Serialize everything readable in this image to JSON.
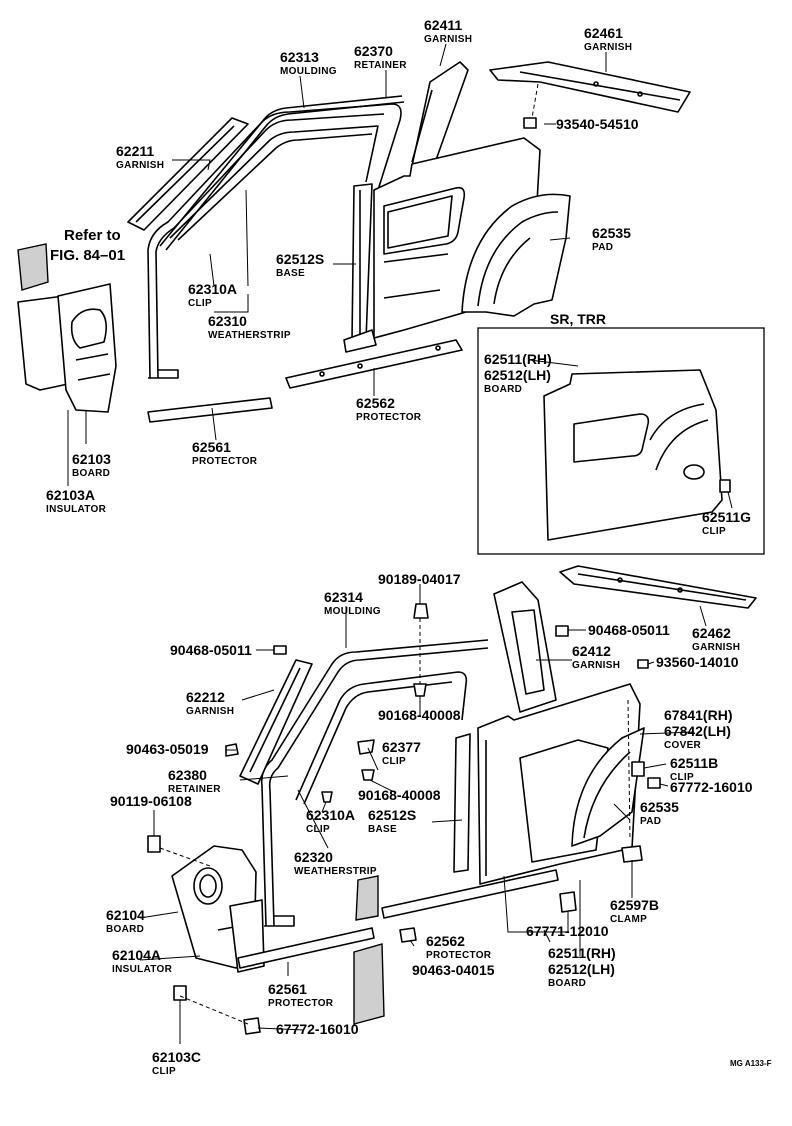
{
  "reference": {
    "line1": "Refer to",
    "line2": "FIG. 84–01"
  },
  "inset_title": "SR, TRR",
  "diagram_code": "MG A133-F",
  "parts": [
    {
      "no": "62411",
      "name": "GARNISH"
    },
    {
      "no": "62461",
      "name": "GARNISH"
    },
    {
      "no": "62313",
      "name": "MOULDING"
    },
    {
      "no": "62370",
      "name": "RETAINER"
    },
    {
      "no": "93540-54510",
      "name": ""
    },
    {
      "no": "62211",
      "name": "GARNISH"
    },
    {
      "no": "62535",
      "name": "PAD"
    },
    {
      "no": "62512S",
      "name": "BASE"
    },
    {
      "no": "62310A",
      "name": "CLIP"
    },
    {
      "no": "62310",
      "name": "WEATHERSTRIP"
    },
    {
      "no": "62562",
      "name": "PROTECTOR"
    },
    {
      "no": "62561",
      "name": "PROTECTOR"
    },
    {
      "no": "62103",
      "name": "BOARD"
    },
    {
      "no": "62103A",
      "name": "INSULATOR"
    },
    {
      "no": "62511(RH)",
      "name": ""
    },
    {
      "no": "62512(LH)",
      "name": "BOARD"
    },
    {
      "no": "62511G",
      "name": "CLIP"
    },
    {
      "no": "90189-04017",
      "name": ""
    },
    {
      "no": "62314",
      "name": "MOULDING"
    },
    {
      "no": "90468-05011",
      "name": ""
    },
    {
      "no": "62462",
      "name": "GARNISH"
    },
    {
      "no": "90468-05011",
      "name": ""
    },
    {
      "no": "62412",
      "name": "GARNISH"
    },
    {
      "no": "93560-14010",
      "name": ""
    },
    {
      "no": "62212",
      "name": "GARNISH"
    },
    {
      "no": "90168-40008",
      "name": ""
    },
    {
      "no": "67841(RH)",
      "name": ""
    },
    {
      "no": "67842(LH)",
      "name": "COVER"
    },
    {
      "no": "90463-05019",
      "name": ""
    },
    {
      "no": "62377",
      "name": "CLIP"
    },
    {
      "no": "62511B",
      "name": "CLIP"
    },
    {
      "no": "62380",
      "name": "RETAINER"
    },
    {
      "no": "90168-40008",
      "name": ""
    },
    {
      "no": "67772-16010",
      "name": ""
    },
    {
      "no": "90119-06108",
      "name": ""
    },
    {
      "no": "62310A",
      "name": "CLIP"
    },
    {
      "no": "62512S",
      "name": "BASE"
    },
    {
      "no": "62535",
      "name": "PAD"
    },
    {
      "no": "62320",
      "name": "WEATHERSTRIP"
    },
    {
      "no": "62597B",
      "name": "CLAMP"
    },
    {
      "no": "62104",
      "name": "BOARD"
    },
    {
      "no": "62562",
      "name": "PROTECTOR"
    },
    {
      "no": "67771-12010",
      "name": ""
    },
    {
      "no": "62104A",
      "name": "INSULATOR"
    },
    {
      "no": "90463-04015",
      "name": ""
    },
    {
      "no": "62511(RH)",
      "name": ""
    },
    {
      "no": "62512(LH)",
      "name": "BOARD"
    },
    {
      "no": "62561",
      "name": "PROTECTOR"
    },
    {
      "no": "67772-16010",
      "name": ""
    },
    {
      "no": "62103C",
      "name": "CLIP"
    }
  ]
}
